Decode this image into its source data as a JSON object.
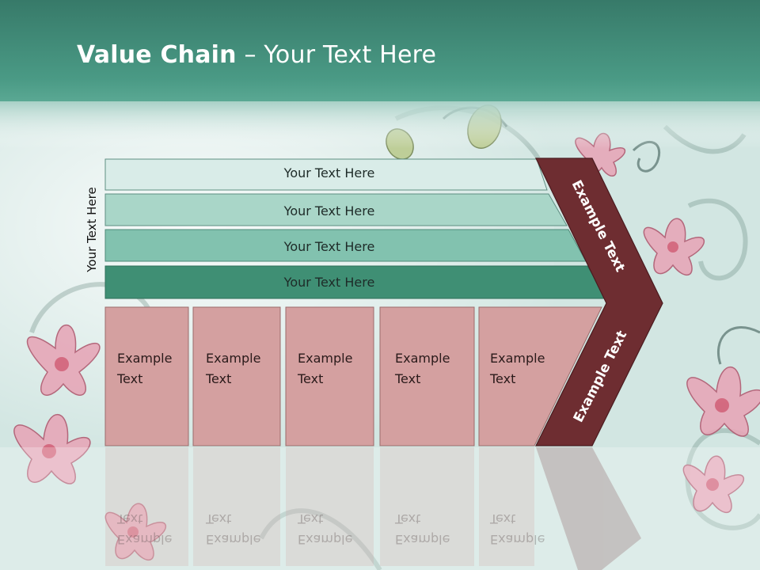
{
  "title": {
    "bold": "Value Chain",
    "rest": " – Your Text Here"
  },
  "vertical_label": "Your Text Here",
  "bars": [
    {
      "label": "Your Text Here",
      "fill": "#d9ece8"
    },
    {
      "label": "Your Text Here",
      "fill": "#a9d6c8"
    },
    {
      "label": "Your Text Here",
      "fill": "#82c2af"
    },
    {
      "label": "Your Text Here",
      "fill": "#3f8f74"
    }
  ],
  "cells": [
    {
      "line1": "Example",
      "line2": "Text"
    },
    {
      "line1": "Example",
      "line2": "Text"
    },
    {
      "line1": "Example",
      "line2": "Text"
    },
    {
      "line1": "Example",
      "line2": "Text"
    },
    {
      "line1": "Example",
      "line2": "Text"
    }
  ],
  "arrow": {
    "upper_text": "Example Text",
    "lower_text": "Example Text",
    "fill": "#6e2d31"
  },
  "colors": {
    "header": "#3f8f7c",
    "cell_fill": "#d4a0a0",
    "cell_stroke": "#9b6b6b"
  }
}
